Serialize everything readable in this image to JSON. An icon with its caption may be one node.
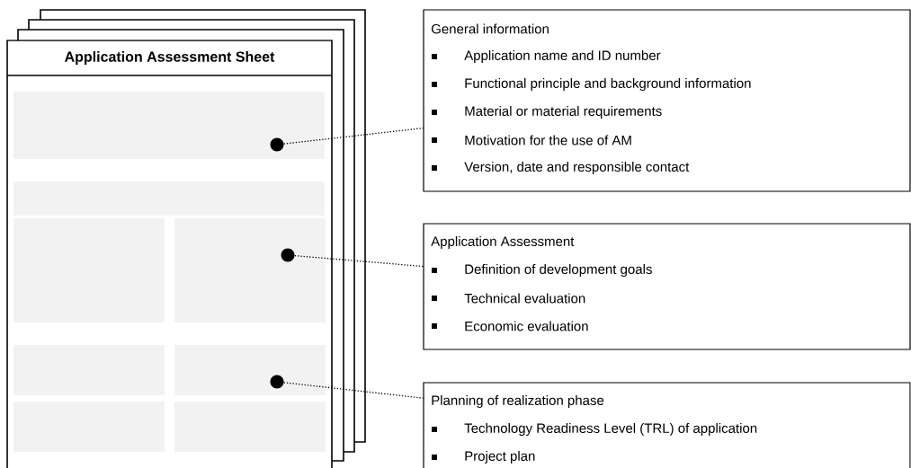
{
  "diagram": {
    "nodes": [
      {
        "text": [
          "Application Assessment Sheet"
        ]
      },
      {
        "text": [
          "General information",
          "Application name and ID number",
          "Functional principle and background information",
          "Material or material requirements",
          "Motivation for the use of AM",
          "Version, date and responsible contact"
        ]
      },
      {
        "text": [
          "Application Assessment",
          "Definition of development goals",
          "Technical evaluation",
          "Economic evaluation"
        ]
      },
      {
        "text": [
          "Planning of realization phase",
          "Technology Readiness Level (TRL) of application",
          "Project plan"
        ]
      },
      {
        "text": [],
        "shape": "box",
        "in": 0
      },
      {
        "text": [],
        "shape": "box",
        "in": 0
      },
      {
        "text": [],
        "shape": "box",
        "in": 0
      },
      {
        "text": [],
        "shape": "box",
        "in": 0
      },
      {
        "text": [],
        "shape": "box",
        "in": 0
      },
      {
        "text": [],
        "shape": "box",
        "in": 0
      },
      {
        "text": [],
        "shape": "box",
        "in": 0
      },
      {
        "text": [],
        "shape": "box",
        "in": 0
      },
      {
        "text": [],
        "shape": "circle",
        "in": 4
      },
      {
        "text": [],
        "shape": "circle",
        "in": 7
      },
      {
        "text": [],
        "shape": "circle",
        "in": 9
      }
    ],
    "edges": [
      {
        "from": 12,
        "to": 1,
        "arrow": "none"
      },
      {
        "from": 13,
        "to": 2,
        "arrow": "none"
      },
      {
        "from": 14,
        "to": 3,
        "arrow": "none"
      }
    ]
  }
}
